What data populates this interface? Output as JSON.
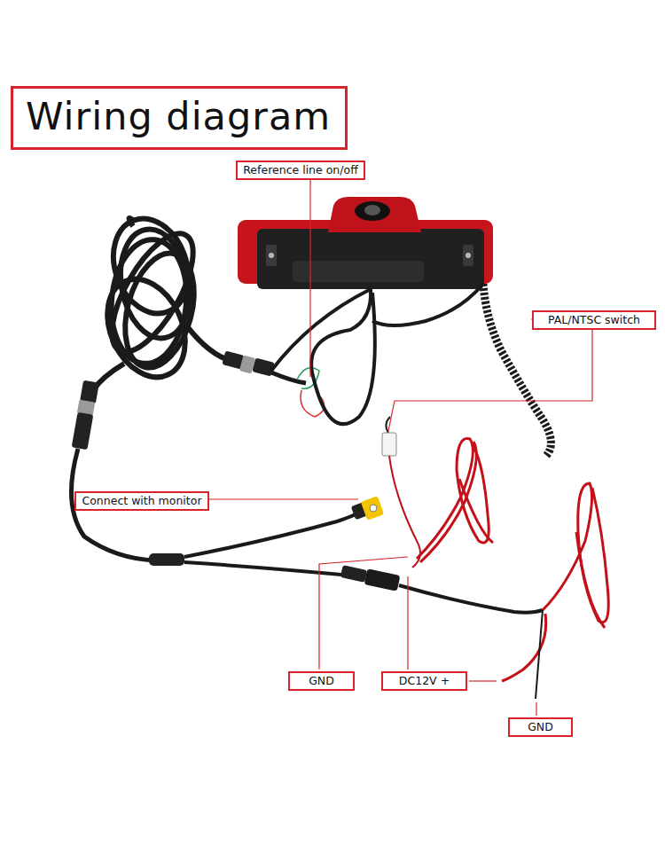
{
  "diagram": {
    "title": "Wiring diagram",
    "nodes": [
      {
        "text": [
          "Reference line on/off"
        ]
      },
      {
        "text": [
          "PAL/NTSC switch"
        ]
      },
      {
        "text": [
          "Connect with monitor"
        ]
      },
      {
        "text": [
          "GND"
        ]
      },
      {
        "text": [
          "DC12V +"
        ]
      },
      {
        "text": [
          "GND"
        ]
      }
    ]
  }
}
